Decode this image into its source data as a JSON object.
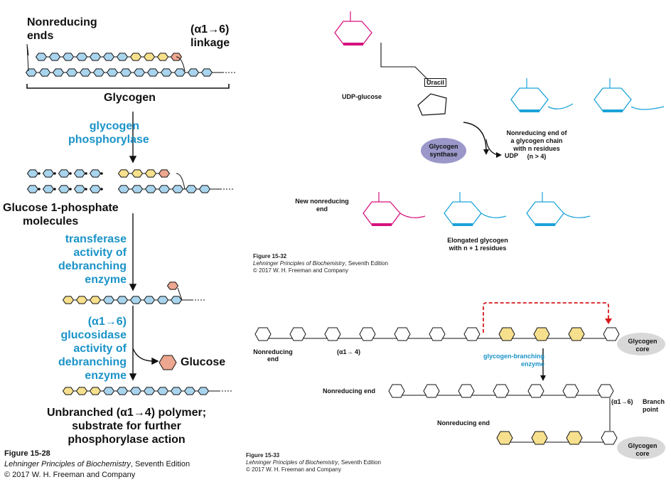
{
  "fig28": {
    "nonreducing_ends": "Nonreducing ends",
    "linkage_top": "(α1→6)",
    "linkage_bottom": "linkage",
    "glycogen": "Glycogen",
    "phosphorylase": "glycogen phosphorylase",
    "g1p_line1": "Glucose 1-phosphate",
    "g1p_line2": "molecules",
    "transferase": "transferase activity of debranching enzyme",
    "glucosidase_linkage": "(α1→6)",
    "glucosidase": "glucosidase activity of debranching enzyme",
    "glucose": "Glucose",
    "unbranched_line1": "Unbranched (α1→4) polymer;",
    "unbranched_line2": "substrate for further",
    "unbranched_line3": "phosphorylase action",
    "caption_label": "Figure 15-28",
    "caption_book": "Lehninger Principles of Biochemistry",
    "caption_edition": ", Seventh Edition",
    "caption_copyright": "© 2017 W. H. Freeman and Company"
  },
  "fig32": {
    "udp_glucose": "UDP-glucose",
    "uracil": "Uracil",
    "enzyme_line1": "Glycogen",
    "enzyme_line2": "synthase",
    "udp": "UDP",
    "chain_line1": "Nonreducing end of",
    "chain_line2": "a glycogen chain",
    "chain_line3": "with n residues",
    "chain_line4": "(n > 4)",
    "new_end_line1": "New nonreducing",
    "new_end_line2": "end",
    "elongated_line1": "Elongated glycogen",
    "elongated_line2": "with n + 1 residues",
    "caption_label": "Figure 15-32",
    "caption_book": "Lehninger Principles of Biochemistry",
    "caption_edition": ", Seventh Edition",
    "caption_copyright": "© 2017 W. H. Freeman and Company"
  },
  "fig33": {
    "nonreducing_end": "Nonreducing end",
    "linkage14": "(α1→ 4)",
    "glycogen_core": "Glycogen core",
    "branching_line1": "glycogen-branching",
    "branching_line2": "enzyme",
    "nonreducing_end2": "Nonreducing end",
    "branch_point_linkage": "(α1→6)",
    "branch_point": "Branch point",
    "nonreducing_end3": "Nonreducing end",
    "glycogen_core2": "Glycogen core",
    "caption_label": "Figure 15-33",
    "caption_book": "Lehninger Principles of Biochemistry",
    "caption_edition": ", Seventh Edition",
    "caption_copyright": "© 2017 W. H. Freeman and Company"
  },
  "colors": {
    "glucose_blue": "#a9d4ee",
    "glucose_yellow": "#f7e08d",
    "glucose_orange": "#eda68f",
    "label_blue": "#1a93c8",
    "magenta": "#d6127e",
    "cyan": "#1aa3d8",
    "enzyme_purple": "#9b97c9",
    "core_gray": "#d8d8d8"
  },
  "icons": [
    "hexagon-glucose-icon",
    "pyranose-ring-icon",
    "arrow-down-icon"
  ]
}
